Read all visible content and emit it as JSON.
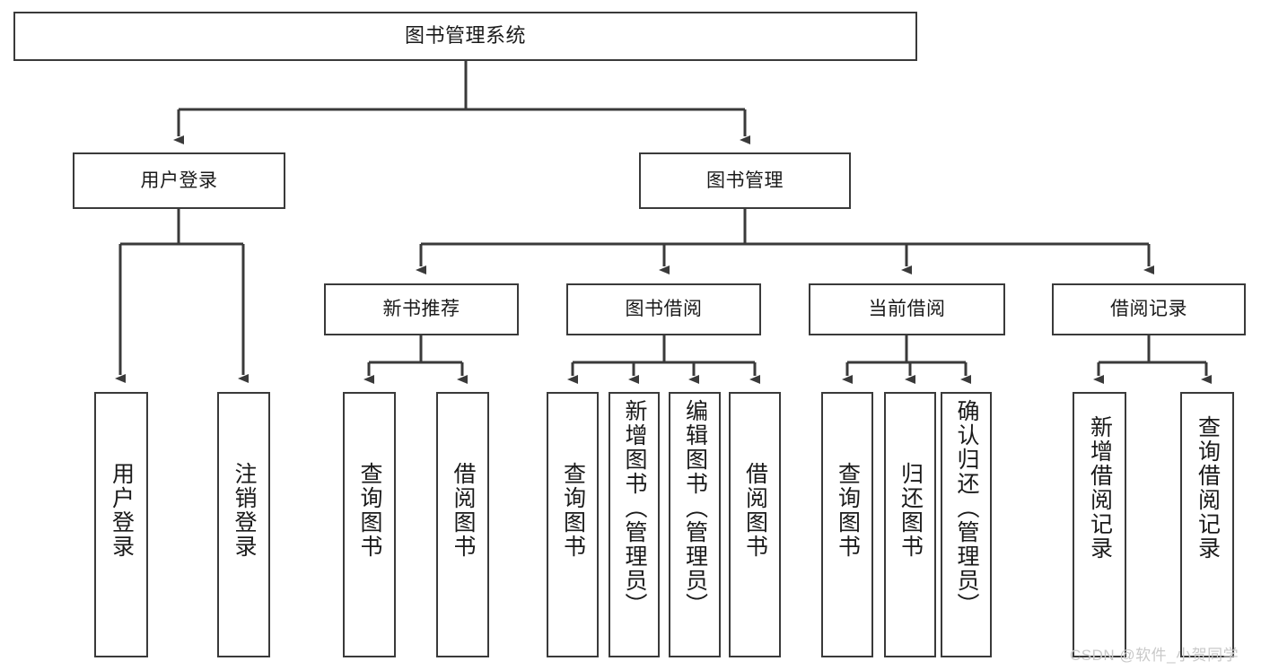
{
  "diagram": {
    "title": "图书管理系统",
    "type": "功能结构图",
    "root": {
      "id": "root",
      "label": "图书管理系统"
    },
    "level2": [
      {
        "id": "user-login",
        "label": "用户登录"
      },
      {
        "id": "book-manage",
        "label": "图书管理"
      }
    ],
    "level3": [
      {
        "id": "new-book-recommend",
        "label": "新书推荐"
      },
      {
        "id": "book-borrow",
        "label": "图书借阅"
      },
      {
        "id": "current-borrow",
        "label": "当前借阅"
      },
      {
        "id": "borrow-record",
        "label": "借阅记录"
      }
    ],
    "leaves": [
      {
        "id": "leaf-user-login",
        "label": "用户登录",
        "parent": "user-login"
      },
      {
        "id": "leaf-logout-login",
        "label": "注销登录",
        "parent": "user-login"
      },
      {
        "id": "leaf-query-book-1",
        "label": "查询图书",
        "parent": "new-book-recommend"
      },
      {
        "id": "leaf-borrow-book-1",
        "label": "借阅图书",
        "parent": "new-book-recommend"
      },
      {
        "id": "leaf-query-book-2",
        "label": "查询图书",
        "parent": "book-borrow"
      },
      {
        "id": "leaf-add-book",
        "label": "新增图书（管理员）",
        "parent": "book-borrow"
      },
      {
        "id": "leaf-edit-book",
        "label": "编辑图书（管理员）",
        "parent": "book-borrow"
      },
      {
        "id": "leaf-borrow-book-2",
        "label": "借阅图书",
        "parent": "book-borrow"
      },
      {
        "id": "leaf-query-book-3",
        "label": "查询图书",
        "parent": "current-borrow"
      },
      {
        "id": "leaf-return-book",
        "label": "归还图书",
        "parent": "current-borrow"
      },
      {
        "id": "leaf-confirm-return",
        "label": "确认归还（管理员）",
        "parent": "current-borrow"
      },
      {
        "id": "leaf-add-record",
        "label": "新增借阅记录",
        "parent": "borrow-record"
      },
      {
        "id": "leaf-query-record",
        "label": "查询借阅记录",
        "parent": "borrow-record"
      }
    ],
    "colors": {
      "border": "#3a3a3a",
      "text": "#1a1a1a",
      "background": "#ffffff",
      "edge": "#3a3a3a",
      "watermark": "#c9c9c9"
    }
  },
  "watermark": {
    "text": "CSDN @软件_小贺同学"
  }
}
